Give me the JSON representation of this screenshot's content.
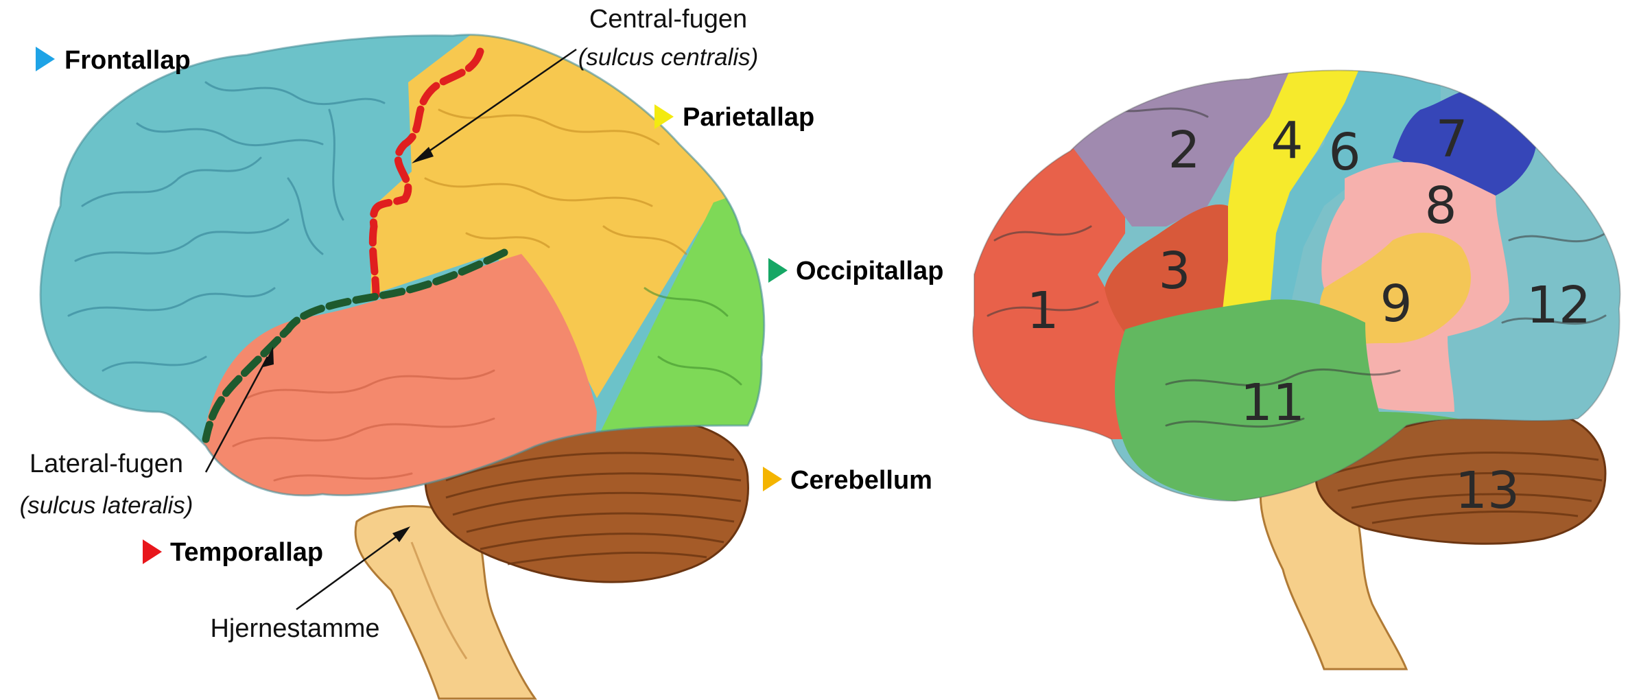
{
  "left_diagram": {
    "lobes": [
      {
        "name": "Frontallap",
        "marker_color": "#1ea3e6",
        "region_color": "#6cc2c9"
      },
      {
        "name": "Parietallap",
        "marker_color": "#f3ea10",
        "region_color": "#f7c84f"
      },
      {
        "name": "Occipitallap",
        "marker_color": "#16a765",
        "region_color": "#7ed957"
      },
      {
        "name": "Cerebellum",
        "marker_color": "#f4b400",
        "region_color": "#a55b28"
      },
      {
        "name": "Temporallap",
        "marker_color": "#e8161b",
        "region_color": "#f4896d"
      }
    ],
    "central_sulcus": {
      "name": "Central-fugen",
      "latin": "(sulcus centralis)",
      "line_color": "#e01f1f"
    },
    "lateral_sulcus": {
      "name": "Lateral-fugen",
      "latin": "(sulcus lateralis)",
      "line_color": "#1e5a2e"
    },
    "brainstem": {
      "name": "Hjernestamme"
    }
  },
  "right_diagram": {
    "regions": [
      {
        "number": "1",
        "color": "#e8614a"
      },
      {
        "number": "2",
        "color": "#a08aaf"
      },
      {
        "number": "3",
        "color": "#d8593a"
      },
      {
        "number": "4",
        "color": "#f6ea2c"
      },
      {
        "number": "6",
        "color": "#6cbfcb"
      },
      {
        "number": "7",
        "color": "#3646b8"
      },
      {
        "number": "8",
        "color": "#f6b1ad"
      },
      {
        "number": "9",
        "color": "#f4c656"
      },
      {
        "number": "11",
        "color": "#62b860"
      },
      {
        "number": "12",
        "color": "#7cc1c9"
      },
      {
        "number": "13",
        "color": "#9f5a2a"
      }
    ]
  }
}
